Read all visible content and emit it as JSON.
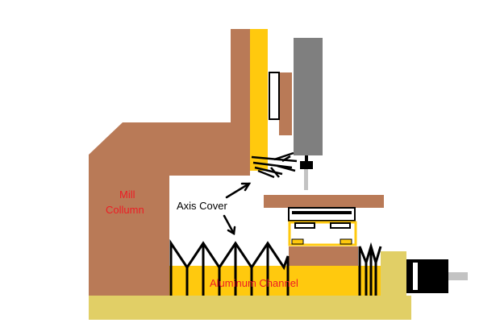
{
  "labels": {
    "mill_column_line1": "Mill",
    "mill_column_line2": "Collumn",
    "axis_cover": "Axis Cover",
    "aluminum_channel": "Aluminum Channel"
  },
  "colors": {
    "column_brown": "#b97a57",
    "channel_yellow": "#ffc90e",
    "base_khaki": "#e1cf66",
    "spindle_gray": "#7f7f7f",
    "motor_black": "#000000",
    "label_red": "#ed1c24",
    "outline_black": "#000000"
  }
}
